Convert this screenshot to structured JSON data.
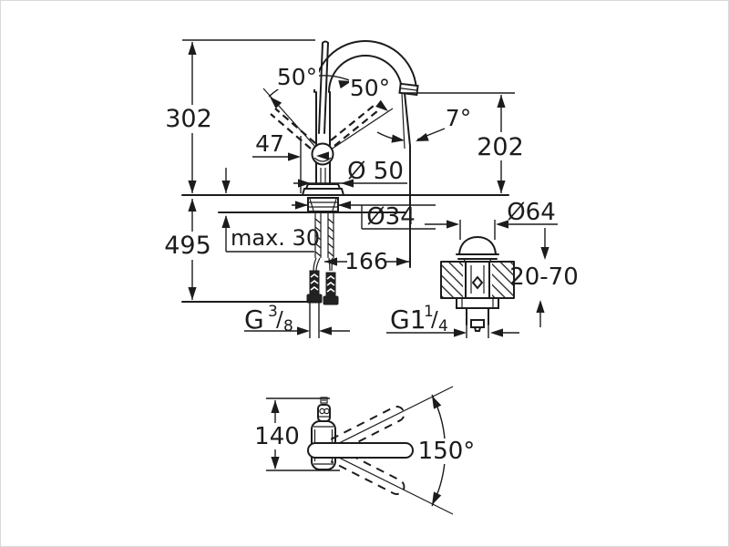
{
  "page": {
    "background": "#ffffff",
    "line_color": "#1c1c1c",
    "frame_color": "#d9d9d9"
  },
  "main_view": {
    "spout_height_above_deck": "302",
    "total_height": "495",
    "lever_angle_left": "50°",
    "lever_angle_right": "50°",
    "lever_reach": "47",
    "body_diameter": "Ø 50",
    "stream_angle": "7°",
    "outlet_height": "202",
    "shank_diameter": "Ø34",
    "max_mounting_thickness": "max. 30",
    "spout_reach": "166",
    "supply_thread_prefix": "G",
    "supply_thread_numerator": "3",
    "supply_thread_slash": "/",
    "supply_thread_denominator": "8"
  },
  "drain_view": {
    "flange_diameter": "Ø64",
    "mounting_thickness_range": "20-70",
    "thread_prefix": "G1",
    "thread_numerator": "1",
    "thread_slash": "/",
    "thread_denominator": "4"
  },
  "top_view": {
    "body_depth": "140",
    "swivel_angle": "150°"
  }
}
